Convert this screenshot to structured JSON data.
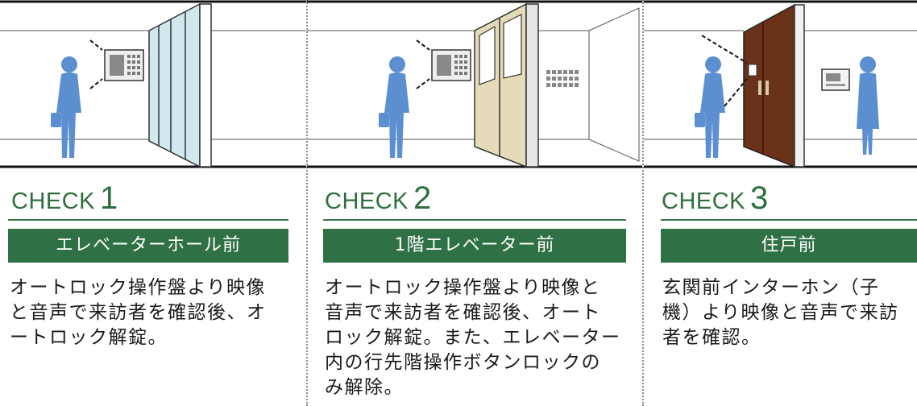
{
  "panels": [
    {
      "check_word": "CHECK",
      "check_num": "1",
      "banner": "エレベーターホール前",
      "desc_lines": [
        "オートロック操作盤より映像",
        "と音声で来訪者を確認後、オ",
        "ートロック解錠。"
      ]
    },
    {
      "check_word": "CHECK",
      "check_num": "2",
      "banner": "1階エレベーター前",
      "desc_lines": [
        "オートロック操作盤より映像と",
        "音声で来訪者を確認後、オート",
        "ロック解錠。また、エレベーター",
        "内の行先階操作ボタンロックの",
        "み解除。"
      ]
    },
    {
      "check_word": "CHECK",
      "check_num": "3",
      "banner": "住戸前",
      "desc_lines": [
        "玄関前インターホン（子",
        "機）より映像と音声で来訪",
        "者を確認。"
      ]
    }
  ],
  "colors": {
    "accent_green": "#2f7144",
    "figure_blue": "#5b8fd0",
    "door_brown": "#6a3319",
    "door_beige": "#e6dbb9",
    "glass": "#cfe9ec"
  }
}
